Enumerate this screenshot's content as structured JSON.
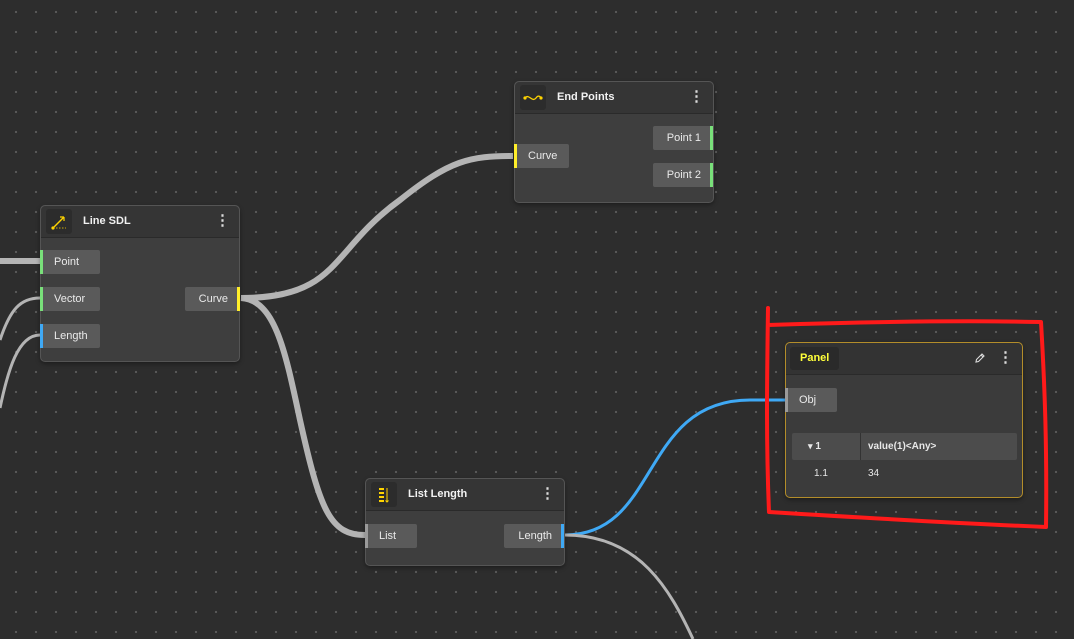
{
  "nodes": {
    "line_sdl": {
      "title": "Line SDL",
      "icon": "line-sdl-icon",
      "inputs": [
        "Point",
        "Vector",
        "Length"
      ],
      "output": "Curve"
    },
    "end_points": {
      "title": "End Points",
      "icon": "end-points-icon",
      "input": "Curve",
      "outputs": [
        "Point 1",
        "Point 2"
      ]
    },
    "list_length": {
      "title": "List Length",
      "icon": "list-length-icon",
      "input": "List",
      "output": "Length"
    },
    "panel": {
      "title": "Panel",
      "input": "Obj",
      "tree": {
        "branch": "1",
        "header_value": "value(1)<Any>",
        "rows": [
          {
            "index": "1.1",
            "value": "34"
          }
        ]
      }
    }
  },
  "menu_glyph": "⋮",
  "branch_glyph": "▾",
  "colors": {
    "point_port": "#79e07a",
    "curve_port": "#ffee2a",
    "number_port": "#3fa9f5",
    "object_port": "#9a9a9a",
    "wire_default": "#b4b4b4",
    "wire_selected": "#3fa9f5",
    "panel_border": "#b38d2a",
    "annotation": "#ff1a1a"
  }
}
